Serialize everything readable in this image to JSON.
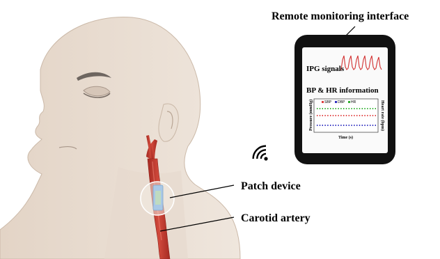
{
  "labels": {
    "title": "Remote monitoring interface",
    "patch": "Patch device",
    "artery": "Carotid artery"
  },
  "screen": {
    "ipg_label": "IPG signals",
    "bp_hr_label": "BP & HR information",
    "legend": [
      "SBP",
      "DBP",
      "HR"
    ],
    "ylabel_left": "Pressure (mmHg)",
    "ylabel_right": "Heart rate (bpm)",
    "xlabel": "Time (s)"
  },
  "colors": {
    "skin": "#e9ddd2",
    "skin_shade": "#d8c8ba",
    "artery": "#c0392b",
    "patch": "#a9c8e6",
    "sbp": "#e04040",
    "dbp": "#3030c0",
    "hr": "#30b030",
    "ipg": "#d23030"
  },
  "icons": {
    "wireless": "wifi-signal-icon"
  }
}
